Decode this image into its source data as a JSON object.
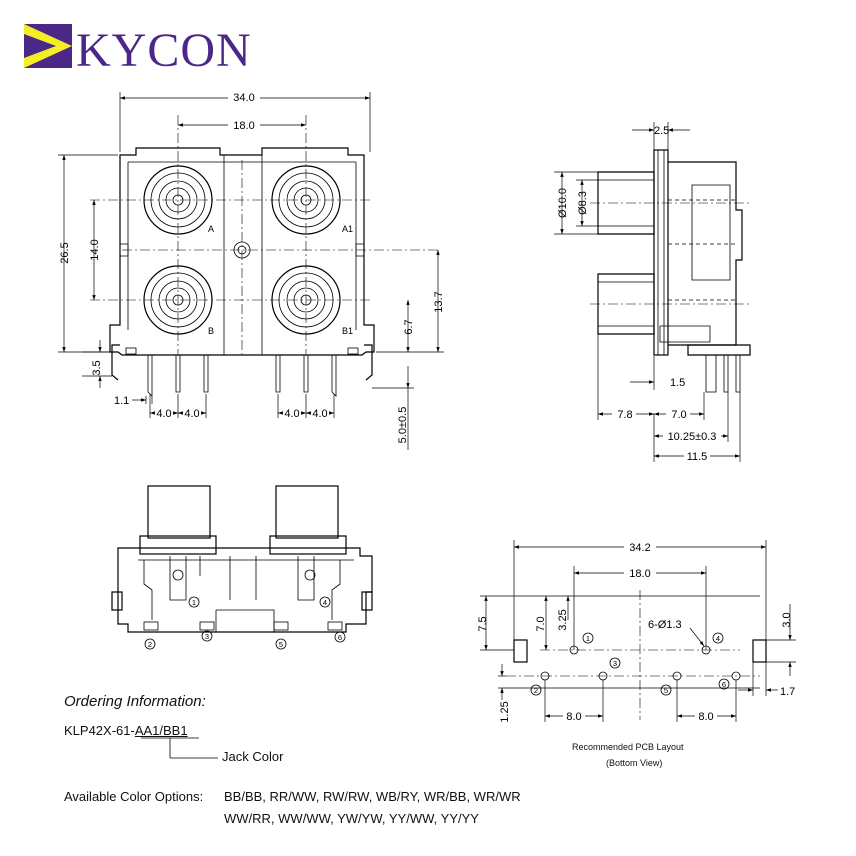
{
  "brand": {
    "name": "KYCON",
    "color": "#4b2887",
    "accent": "#f4ee27"
  },
  "front_view": {
    "dims": [
      "34.0",
      "18.0",
      "26.5",
      "14.0",
      "13.7",
      "6.7",
      "3.5",
      "1.1",
      "4.0",
      "4.0",
      "4.0",
      "4.0",
      "5.0±0.5"
    ],
    "labels": [
      "A",
      "A1",
      "B",
      "B1"
    ]
  },
  "side_view": {
    "dims": [
      "2.5",
      "Ø10.0",
      "Ø8.3",
      "1.5",
      "7.8",
      "7.0",
      "10.25±0.3",
      "11.5"
    ]
  },
  "bottom_view": {
    "pins": [
      "1",
      "2",
      "3",
      "4",
      "5",
      "6"
    ]
  },
  "pcb_layout": {
    "dims": [
      "34.2",
      "18.0",
      "7.5",
      "7.0",
      "3.25",
      "3.0",
      "1.7",
      "1.25",
      "8.0",
      "8.0"
    ],
    "hole_note": "6-Ø1.3",
    "pins": [
      "1",
      "2",
      "3",
      "4",
      "5",
      "6"
    ],
    "caption_1": "Recommended PCB Layout",
    "caption_2": "(Bottom View)"
  },
  "ordering": {
    "title": "Ordering Information:",
    "part_prefix": "KLP42X-61-",
    "part_code": "AA1/BB1",
    "callout": "Jack Color",
    "colors_label": "Available Color Options:",
    "colors_line1": "BB/BB, RR/WW, RW/RW, WB/RY, WR/BB, WR/WR",
    "colors_line2": "WW/RR, WW/WW, YW/YW, YY/WW, YY/YY"
  }
}
